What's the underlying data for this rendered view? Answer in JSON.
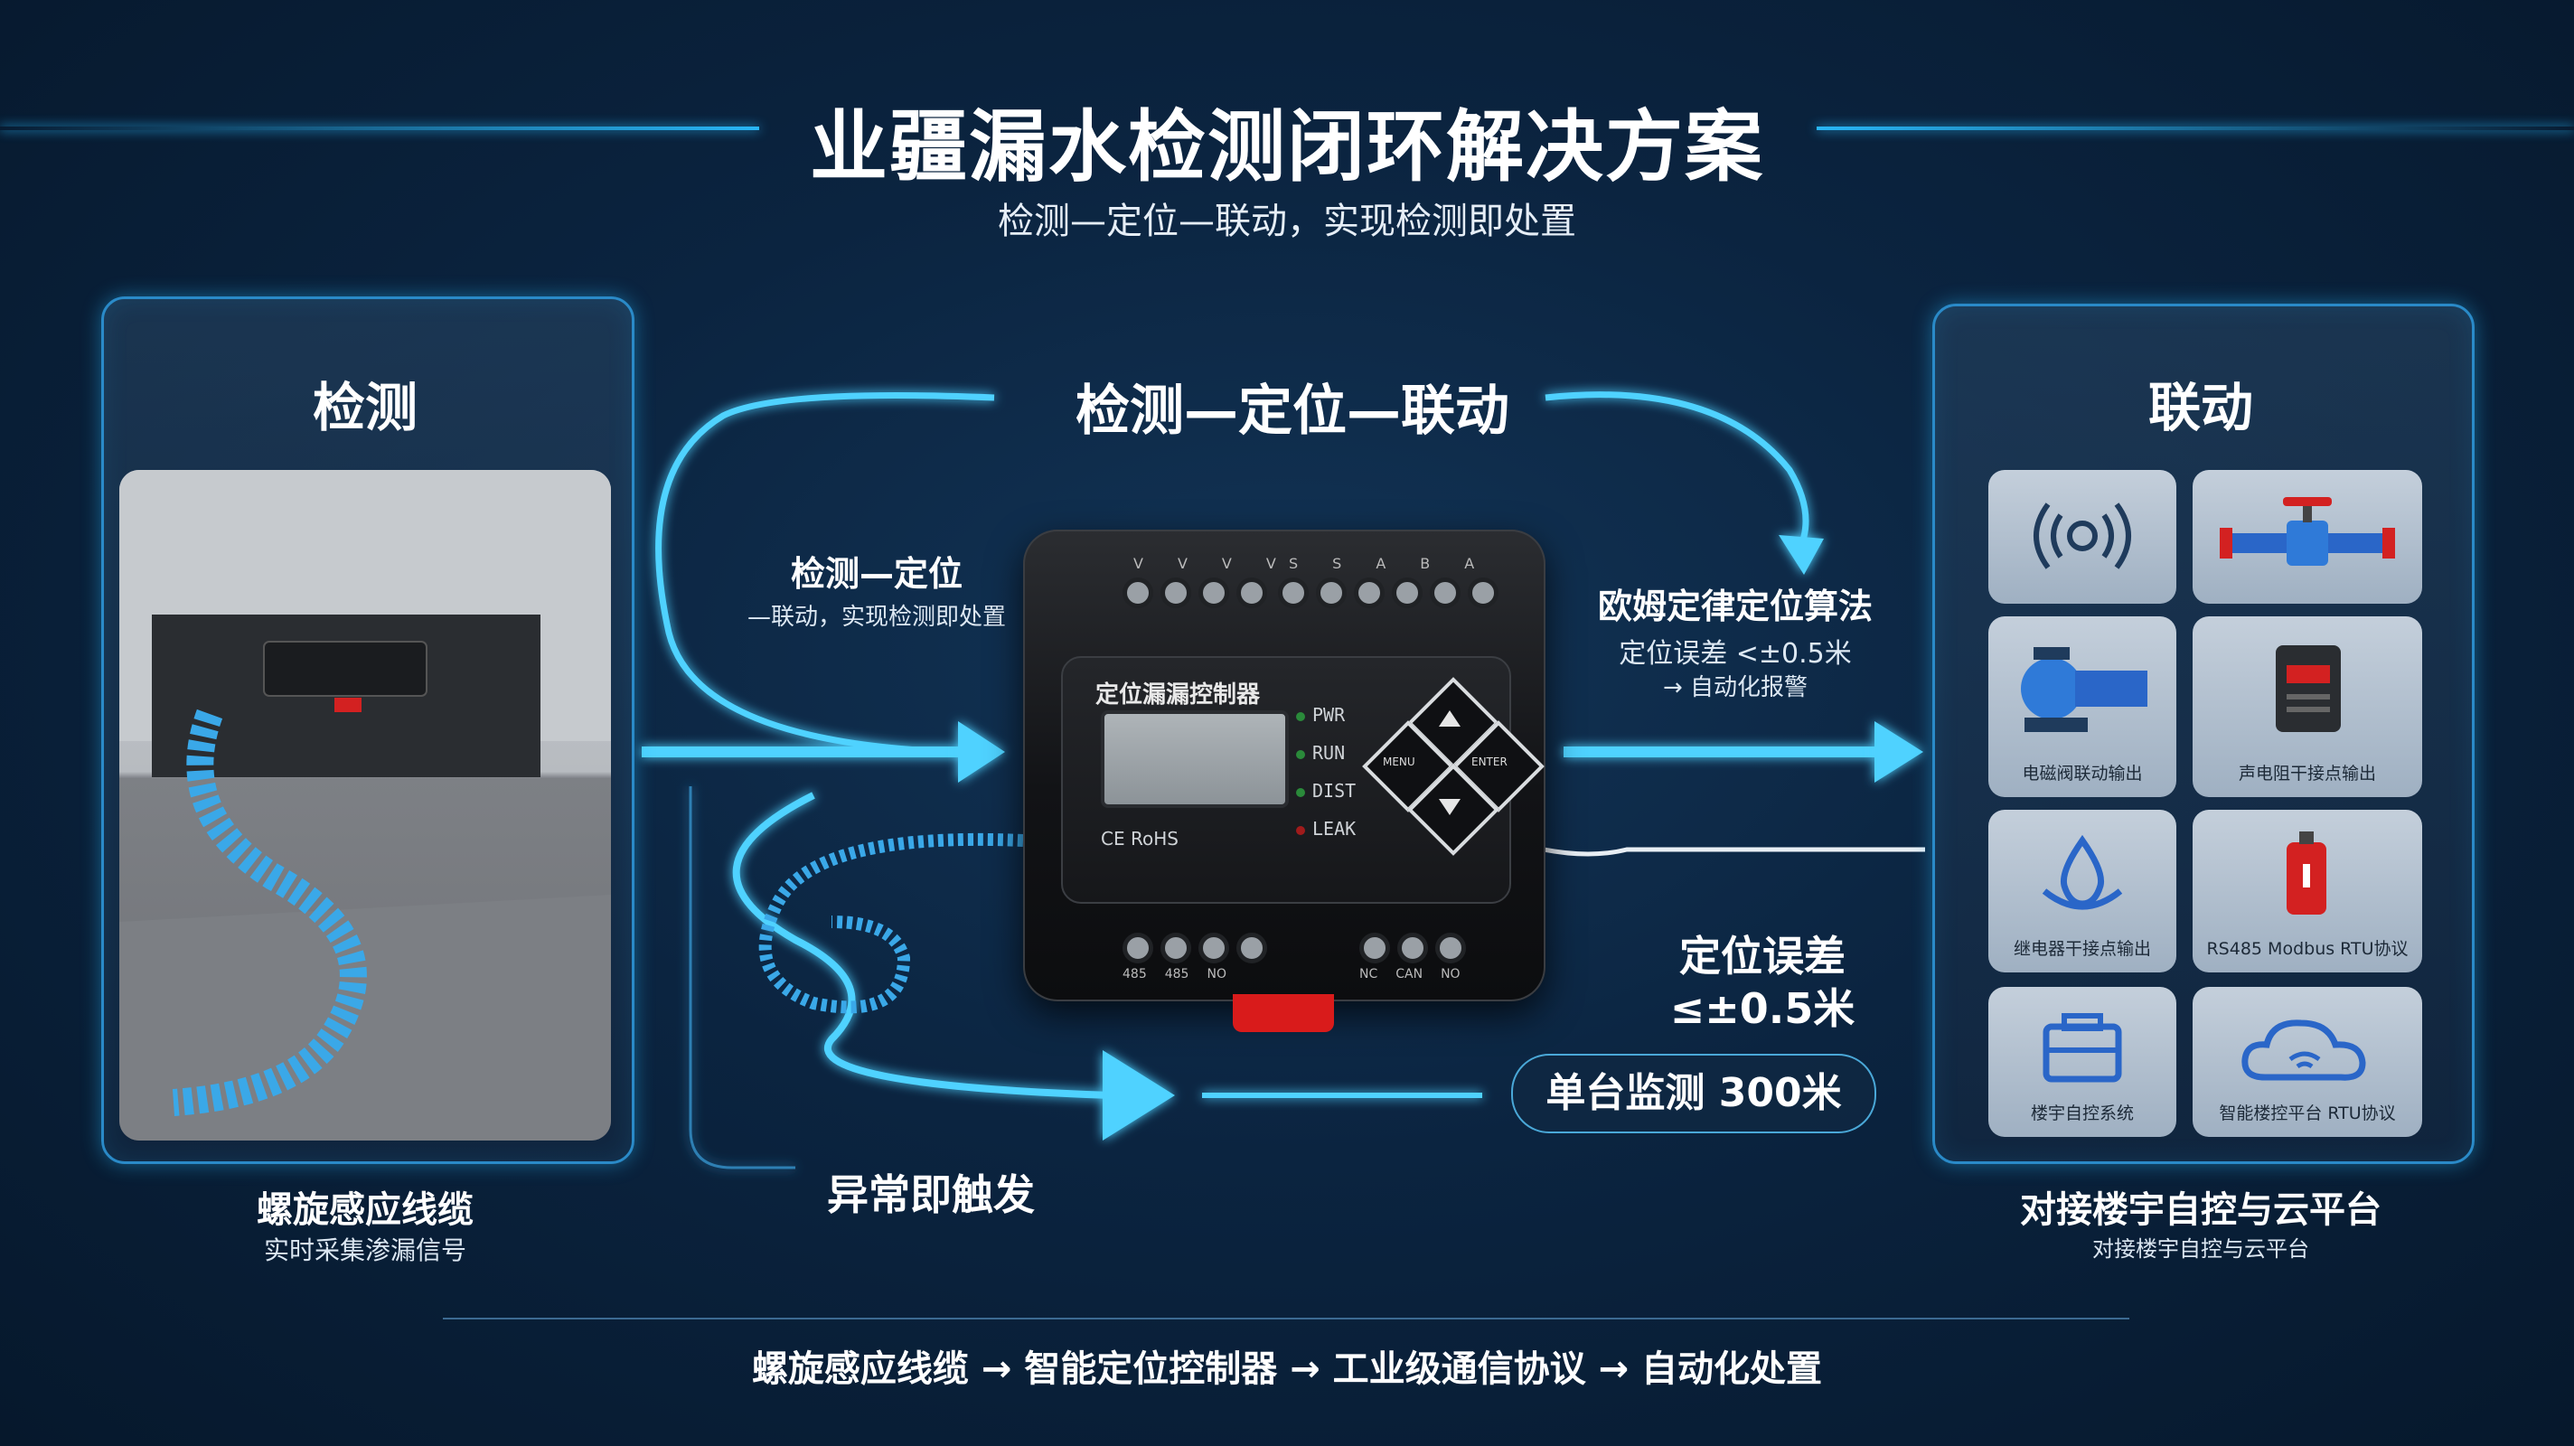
{
  "header": {
    "title": "业疆漏水检测闭环解决方案",
    "subtitle": "检测—定位—联动，实现检测即处置"
  },
  "left_panel": {
    "title": "检测",
    "caption_main": "螺旋感应线缆",
    "caption_sub": "实时采集渗漏信号"
  },
  "center": {
    "flow_title": "检测—定位—联动",
    "left_label_main": "检测—定位",
    "left_label_sub": "—联动，实现检测即处置",
    "right_label_main": "欧姆定律定位算法",
    "right_label_sub1": "定位误差 <±0.5米",
    "right_label_sub2": "→ 自动化报警",
    "error_main_line1": "定位误差",
    "error_main_line2": "≤±0.5米",
    "pill": "单台监测 300米",
    "trigger": "异常即触发",
    "device": {
      "name": "定位漏漏控制器",
      "leds": [
        "PWR",
        "RUN",
        "DIST",
        "LEAK"
      ],
      "btn_left": "MENU",
      "btn_right": "ENTER",
      "cert": "CE RoHS",
      "top_terminals_left": [
        "V",
        "V",
        "V",
        "V"
      ],
      "top_terminals_right": [
        "S",
        "S",
        "A",
        "B",
        "A"
      ],
      "bottom_labels": [
        "485",
        "485",
        "NO",
        "NC",
        "CAN",
        "NO"
      ]
    }
  },
  "right_panel": {
    "title": "联动",
    "caption_main": "对接楼宇自控与云平台",
    "caption_sub": "对接楼宇自控与云平台",
    "tiles": [
      {
        "icon": "alarm-signal-icon",
        "label": ""
      },
      {
        "icon": "valve-icon",
        "label": ""
      },
      {
        "icon": "pump-icon",
        "label": "电磁阀联动输出"
      },
      {
        "icon": "controller-box-icon",
        "label": "声电阻干接点输出"
      },
      {
        "icon": "water-drop-icon",
        "label": "继电器干接点输出"
      },
      {
        "icon": "fire-extinguisher-icon",
        "label": "RS485 Modbus RTU协议"
      },
      {
        "icon": "building-system-icon",
        "label": "楼宇自控系统"
      },
      {
        "icon": "cloud-wifi-icon",
        "label": "智能楼控平台 RTU协议"
      }
    ]
  },
  "footer": {
    "flow": "螺旋感应线缆 → 智能定位控制器 → 工业级通信协议 → 自动化处置"
  },
  "colors": {
    "accent": "#29b6f6",
    "background": "#0b2440",
    "cable_blue": "#3aa8e8",
    "red_button": "#e02020"
  }
}
